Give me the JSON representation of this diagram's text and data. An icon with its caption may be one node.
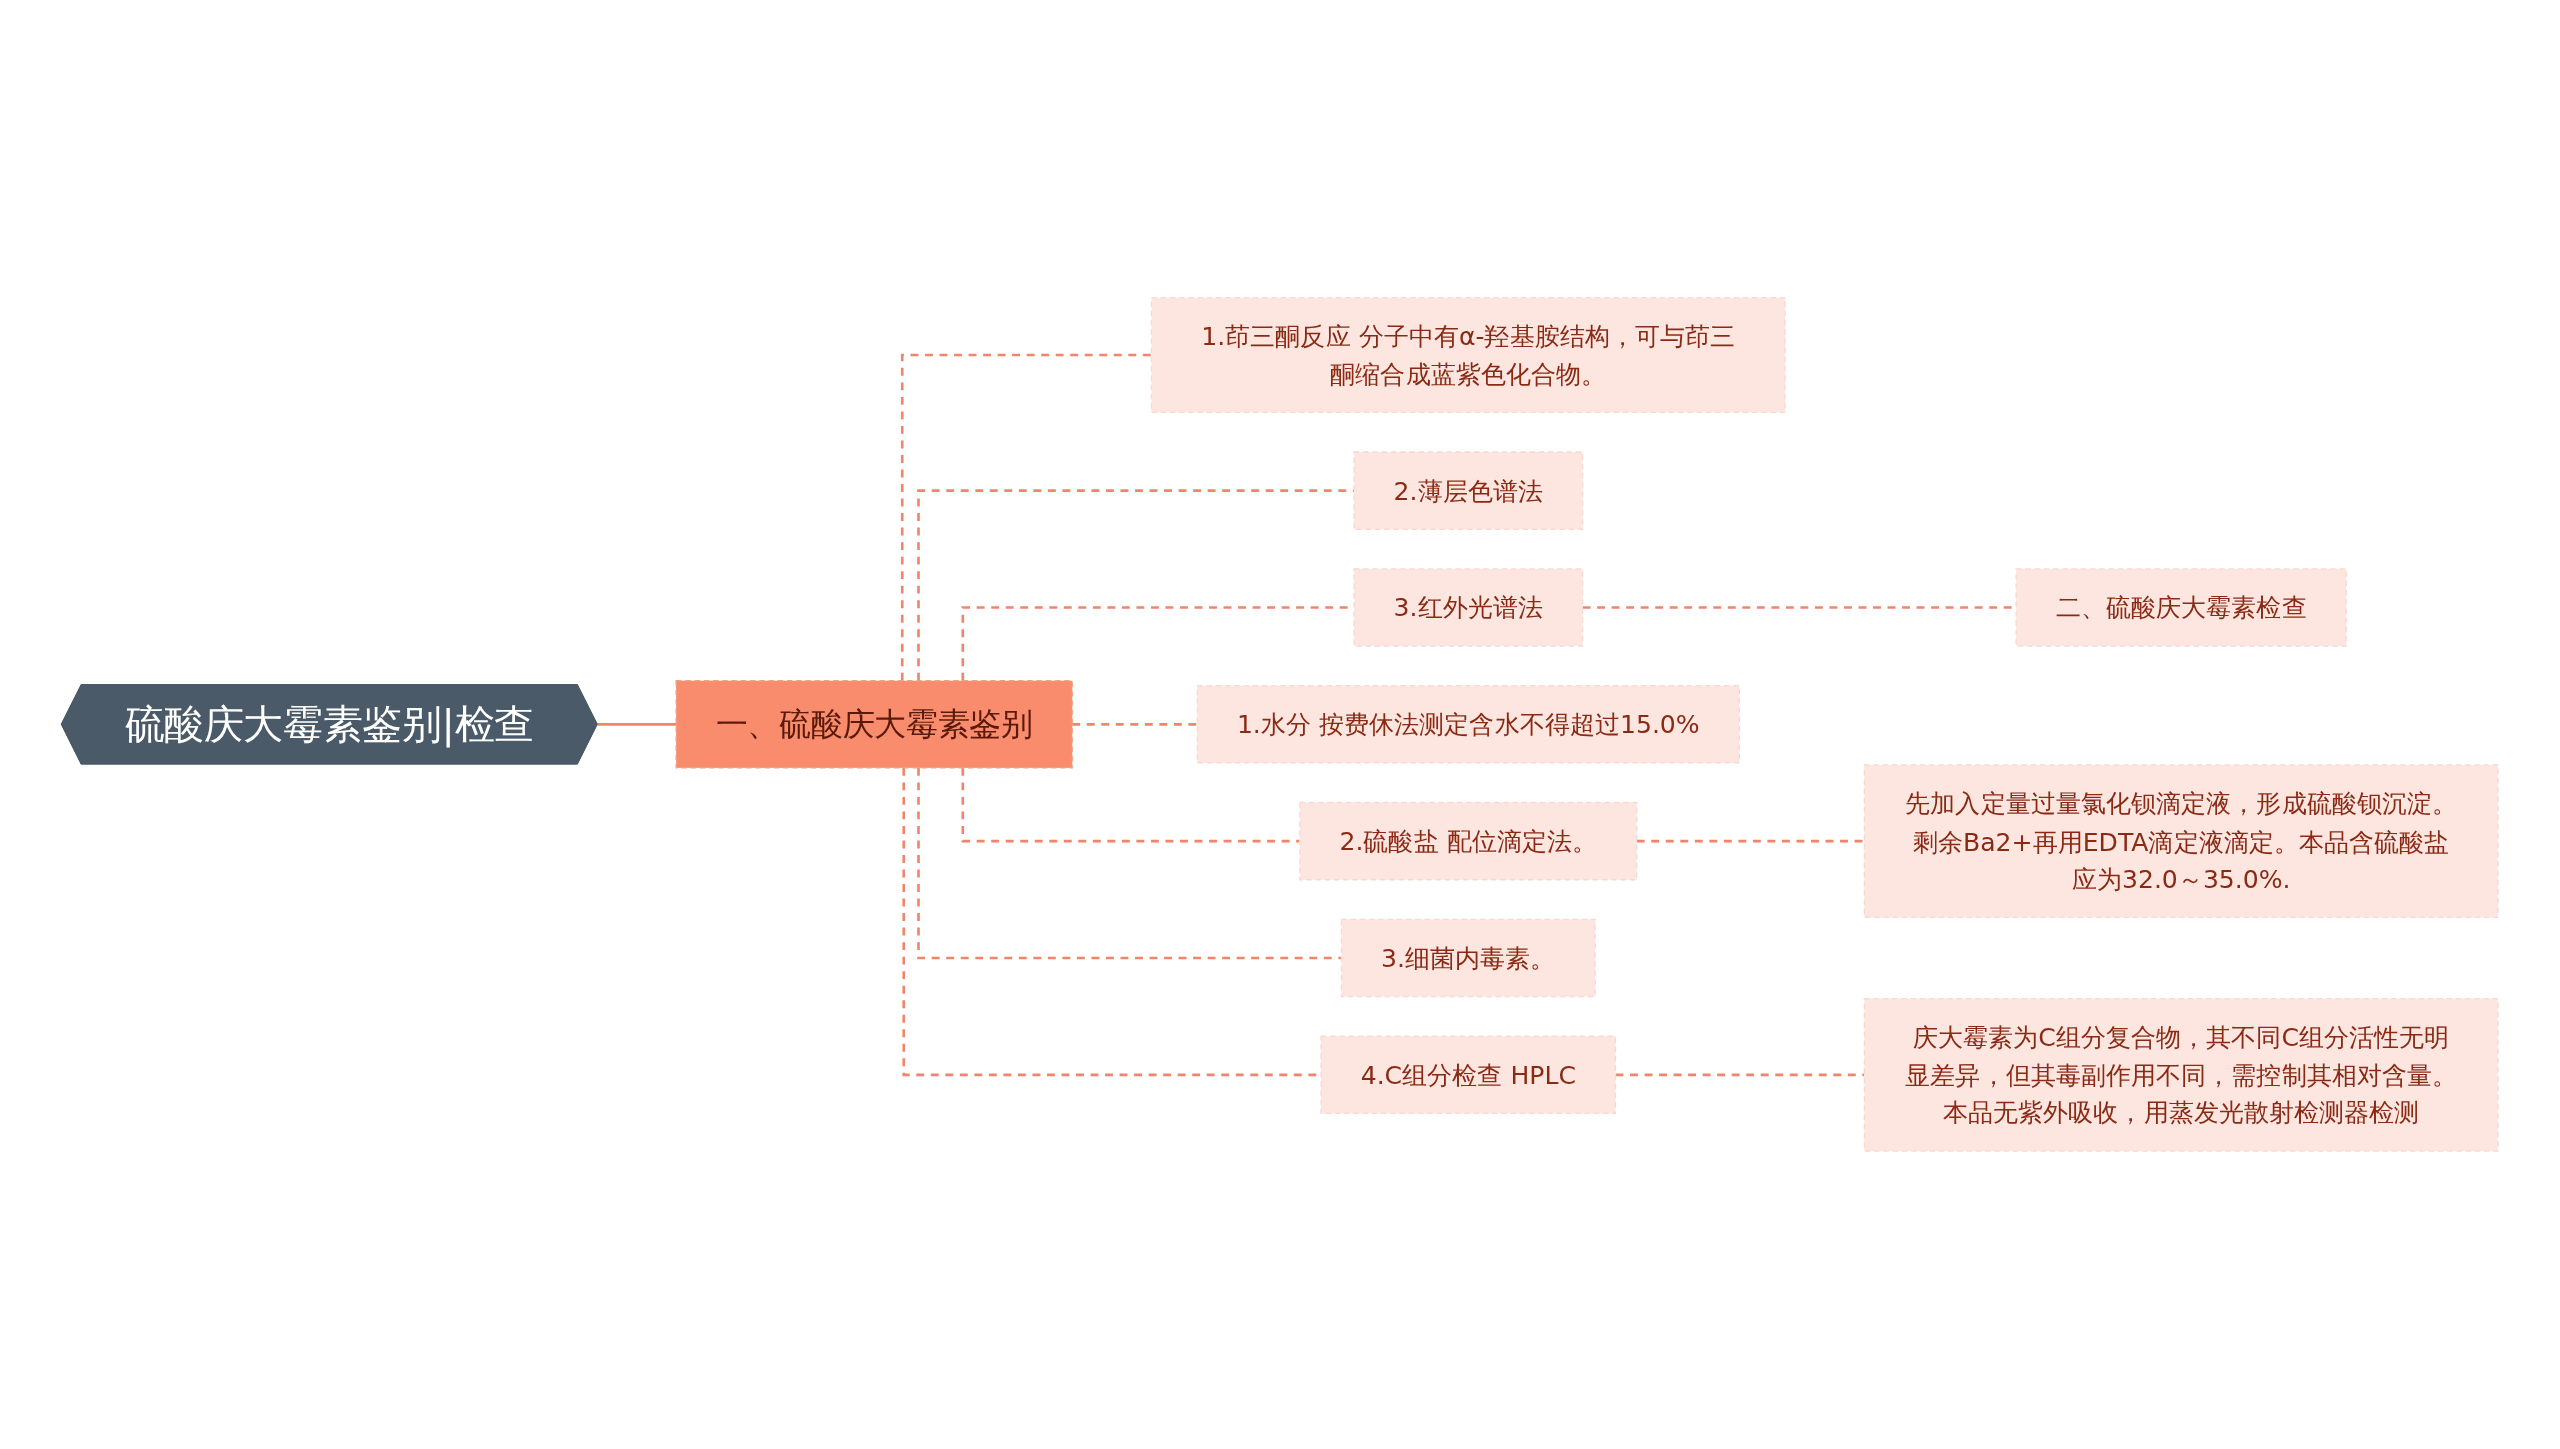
{
  "diagram": {
    "nodes": [
      {
        "text": [
          "硫酸庆大霉素鉴别|检查"
        ]
      },
      {
        "text": [
          "一、硫酸庆大霉素鉴别"
        ]
      },
      {
        "text": [
          "1.茚三酮反应 分子中有α-羟基胺结构，可与茚三酮缩合成蓝紫色化合物。"
        ]
      },
      {
        "text": [
          "2.薄层色谱法"
        ]
      },
      {
        "text": [
          "3.红外光谱法"
        ]
      },
      {
        "text": [
          "二、硫酸庆大霉素检查"
        ]
      },
      {
        "text": [
          "1.水分 按费休法测定含水不得超过15.0%"
        ]
      },
      {
        "text": [
          "2.硫酸盐 配位滴定法。"
        ]
      },
      {
        "text": [
          "先加入定量过量氯化钡滴定液，形成硫酸钡沉淀。剩余Ba2+再用EDTA滴定液滴定。本品含硫酸盐应为32.0～35.0%."
        ]
      },
      {
        "text": [
          "3.细菌内毒素。"
        ]
      },
      {
        "text": [
          "4.C组分检查 HPLC"
        ]
      },
      {
        "text": [
          "庆大霉素为C组分复合物，其不同C组分活性无明显差异，但其毒副作用不同，需控制其相对含量。本品无紫外吸收，用蒸发光散射检测器检测"
        ]
      }
    ],
    "edges": [
      {
        "from": 0,
        "to": 1,
        "arrow": "none"
      },
      {
        "from": 1,
        "to": 2,
        "arrow": "none",
        "style": "dashed"
      },
      {
        "from": 1,
        "to": 3,
        "arrow": "none",
        "style": "dashed"
      },
      {
        "from": 1,
        "to": 4,
        "arrow": "none",
        "style": "dashed"
      },
      {
        "from": 4,
        "to": 5,
        "arrow": "none",
        "style": "dashed"
      },
      {
        "from": 1,
        "to": 6,
        "arrow": "none",
        "style": "dashed"
      },
      {
        "from": 1,
        "to": 7,
        "arrow": "none",
        "style": "dashed"
      },
      {
        "from": 7,
        "to": 8,
        "arrow": "none",
        "style": "dashed"
      },
      {
        "from": 1,
        "to": 9,
        "arrow": "none",
        "style": "dashed"
      },
      {
        "from": 1,
        "to": 10,
        "arrow": "none",
        "style": "dashed"
      },
      {
        "from": 10,
        "to": 11,
        "arrow": "none",
        "style": "dashed"
      }
    ]
  }
}
